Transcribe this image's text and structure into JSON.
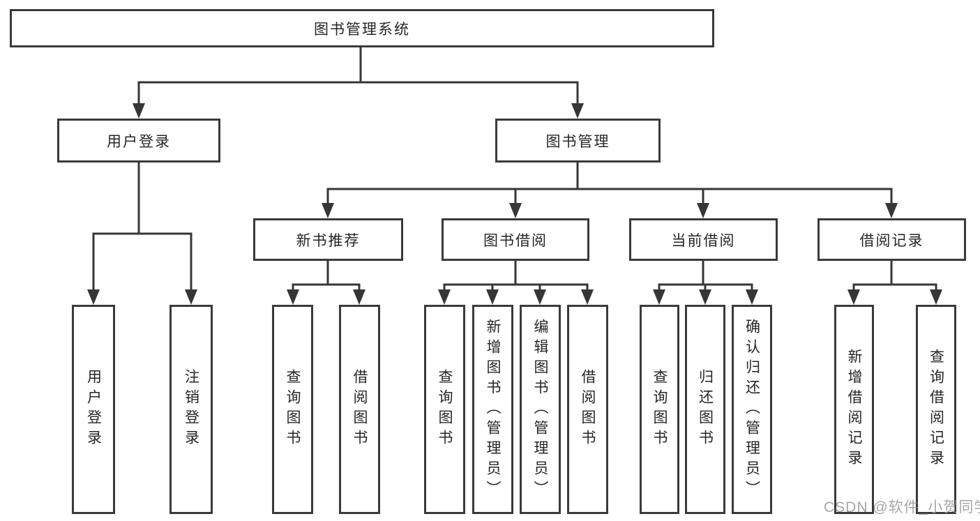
{
  "diagram": {
    "root": {
      "label": "图书管理系统"
    },
    "level1": [
      {
        "label": "用户登录"
      },
      {
        "label": "图书管理"
      }
    ],
    "level2": [
      {
        "label": "新书推荐"
      },
      {
        "label": "图书借阅"
      },
      {
        "label": "当前借阅"
      },
      {
        "label": "借阅记录"
      }
    ],
    "leaves": {
      "user_login": [
        "用户登录",
        "注销登录"
      ],
      "new_books": [
        "查询图书",
        "借阅图书"
      ],
      "book_borrow": [
        "查询图书",
        "新增图书（管理员）",
        "编辑图书（管理员）",
        "借阅图书"
      ],
      "current_borrow": [
        "查询图书",
        "归还图书",
        "确认归还（管理员）"
      ],
      "borrow_records": [
        "新增借阅记录",
        "查询借阅记录"
      ]
    }
  },
  "watermark": "CSDN @软件_小贺同学",
  "colors": {
    "line": "#363636",
    "box_border": "#3a3a3a",
    "text": "#262626",
    "background": "#ffffff",
    "watermark": "#969696"
  }
}
